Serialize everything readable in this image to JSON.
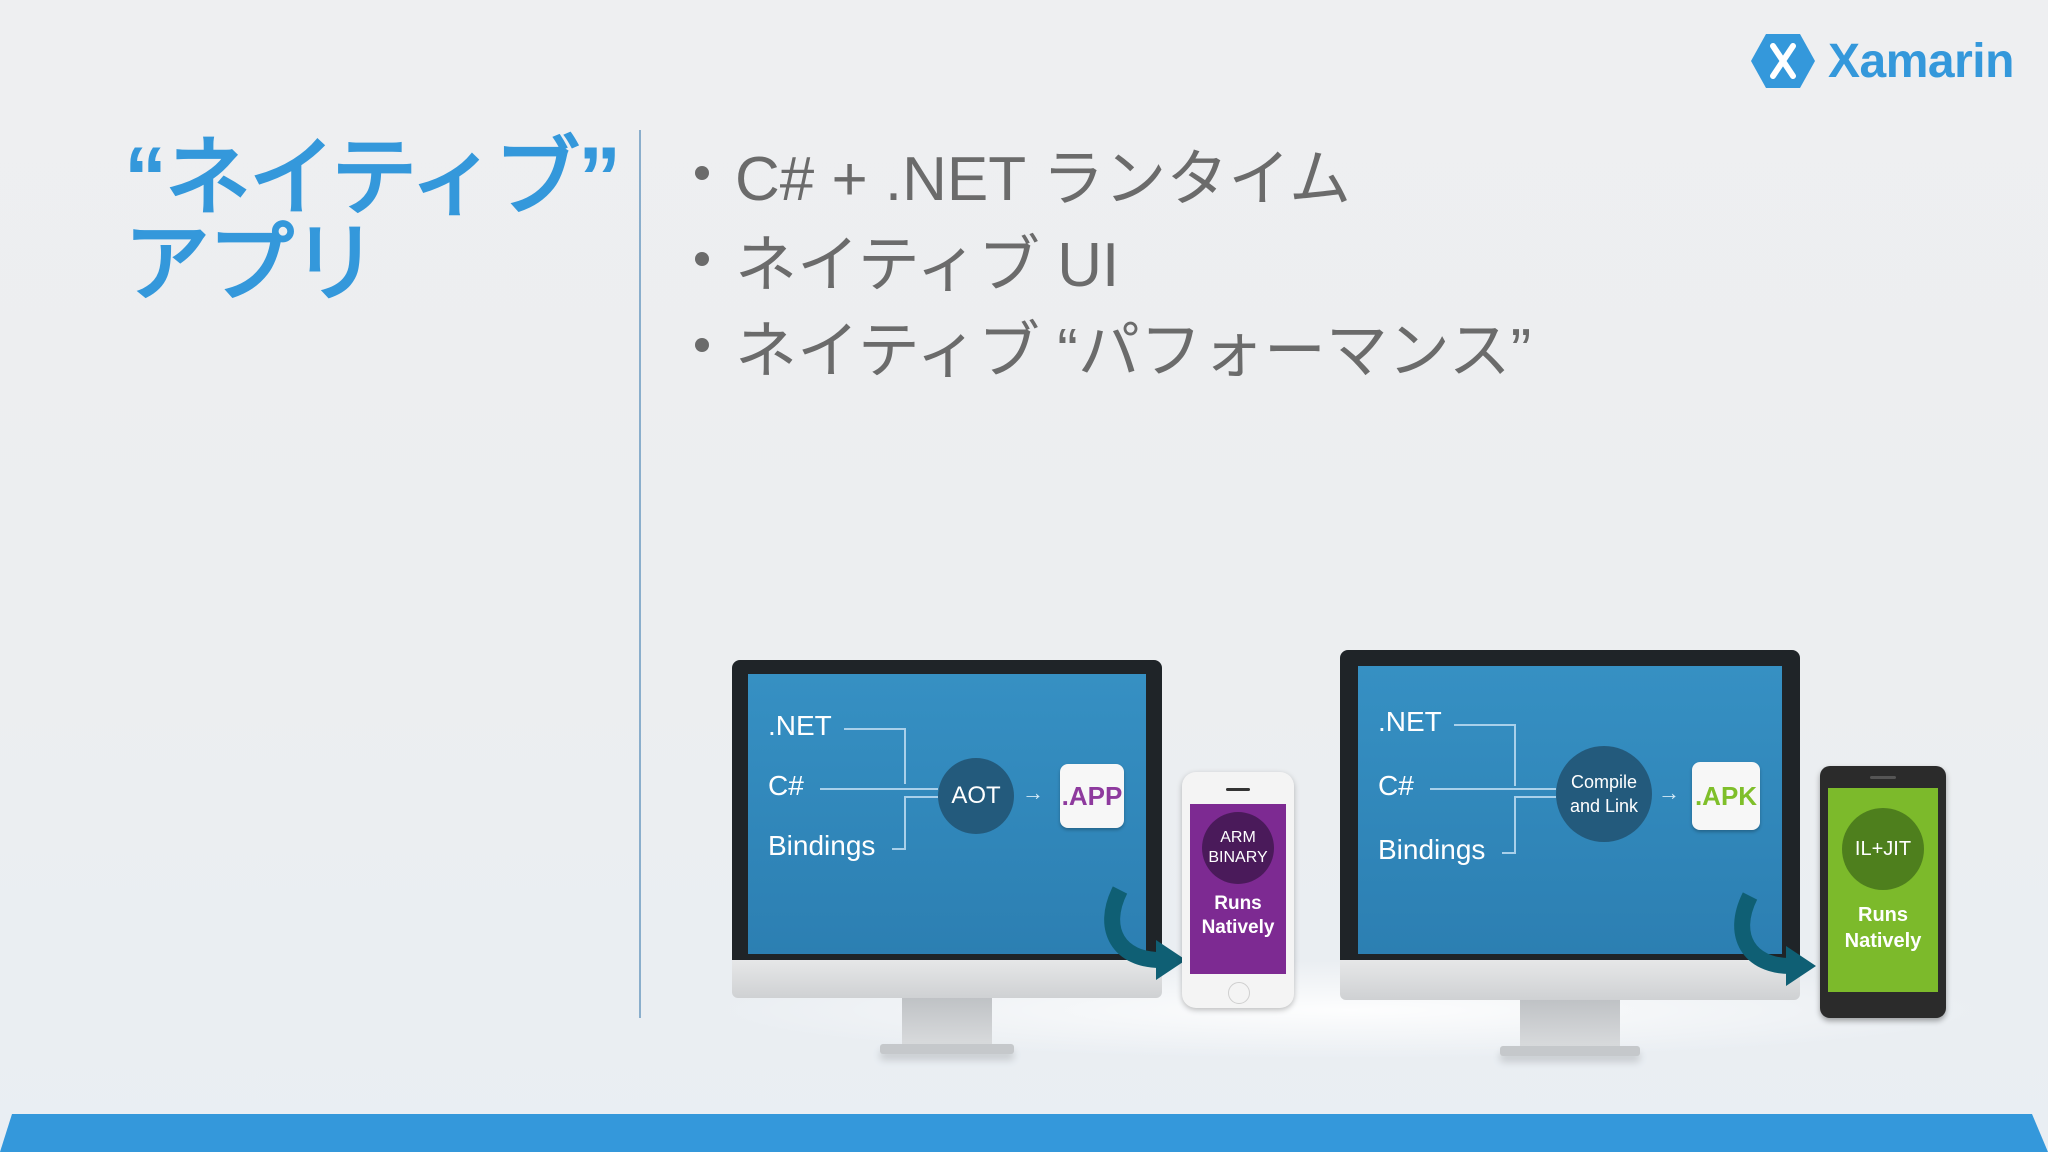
{
  "logo": {
    "text": "Xamarin",
    "icon": "xamarin-hexagon-icon",
    "color": "#3498db"
  },
  "title": {
    "line1": "“ネイティブ”",
    "line2": "アプリ",
    "color": "#3498db"
  },
  "bullets": [
    {
      "text": "C#  + .NET ランタイム"
    },
    {
      "text": "ネイティブ UI"
    },
    {
      "text": "ネイティブ “パフォーマンス”"
    }
  ],
  "diagram": {
    "ios": {
      "inputs": [
        ".NET",
        "C#",
        "Bindings"
      ],
      "process": "AOT",
      "output": ".APP",
      "output_color": "#8e3a9e",
      "phone": {
        "badge_line1": "ARM",
        "badge_line2": "BINARY",
        "caption_line1": "Runs",
        "caption_line2": "Natively",
        "screen_color": "#7d2a92"
      }
    },
    "android": {
      "inputs": [
        ".NET",
        "C#",
        "Bindings"
      ],
      "process_line1": "Compile",
      "process_line2": "and Link",
      "output": ".APK",
      "output_color": "#7fbf2a",
      "phone": {
        "badge_text": "IL+JIT",
        "caption_line1": "Runs",
        "caption_line2": "Natively",
        "screen_color": "#7cba2b"
      }
    }
  },
  "accent_bar_color": "#3498db"
}
